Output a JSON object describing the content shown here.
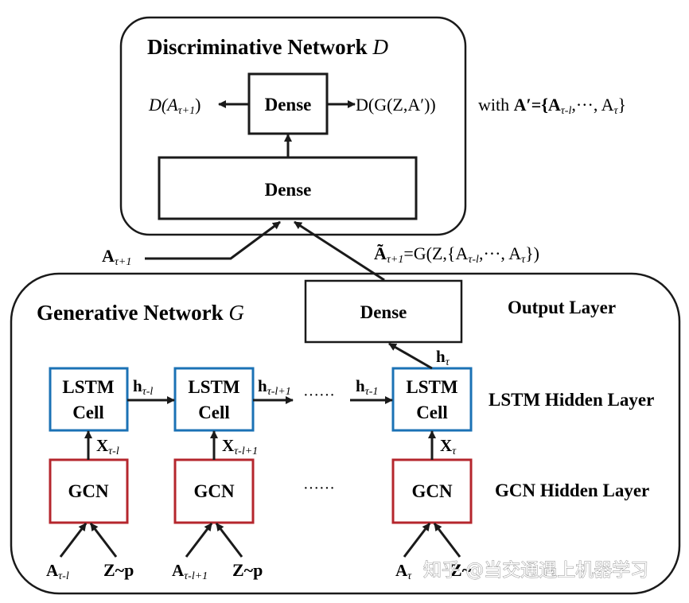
{
  "discriminative": {
    "title": "Discriminative Network",
    "title_symbol": "D",
    "dense_top": "Dense",
    "dense_wide": "Dense",
    "left_output": "D(A",
    "left_output_sub": "τ+1",
    "left_output_close": ")",
    "right_output": "D(G(Z,A′))",
    "with_note_prefix": "with",
    "with_note": "A′={A",
    "with_note_sub": "τ-l",
    "with_note_mid": ",···, A",
    "with_note_sub2": "τ",
    "with_note_close": "}"
  },
  "real_input": {
    "main": "A",
    "sub": "τ+1"
  },
  "generated": {
    "main": "Ã",
    "sub": "τ+1",
    "rest1": "=G(Z,{A",
    "sub2": "τ-l",
    "rest2": ",···, A",
    "sub3": "τ",
    "rest3": "})"
  },
  "generative": {
    "title": "Generative Network",
    "title_symbol": "G",
    "dense": "Dense",
    "output_layer": "Output Layer",
    "lstm_layer": "LSTM Hidden Layer",
    "gcn_layer": "GCN Hidden Layer",
    "lstm_cells": [
      {
        "line1": "LSTM",
        "line2": "Cell"
      },
      {
        "line1": "LSTM",
        "line2": "Cell"
      },
      {
        "line1": "LSTM",
        "line2": "Cell"
      }
    ],
    "gcn_blocks": [
      "GCN",
      "GCN",
      "GCN"
    ],
    "hidden_labels": [
      {
        "main": "h",
        "sub": "τ-l"
      },
      {
        "main": "h",
        "sub": "τ-l+1"
      },
      {
        "main": "h",
        "sub": "τ-1"
      },
      {
        "main": "h",
        "sub": "τ"
      }
    ],
    "x_labels": [
      {
        "main": "X",
        "sub": "τ-l"
      },
      {
        "main": "X",
        "sub": "τ-l+1"
      },
      {
        "main": "X",
        "sub": "τ"
      }
    ],
    "a_inputs": [
      {
        "main": "A",
        "sub": "τ-l"
      },
      {
        "main": "A",
        "sub": "τ-l+1"
      },
      {
        "main": "A",
        "sub": "τ"
      }
    ],
    "z_inputs": [
      "Z~p",
      "Z~p"
    ],
    "z_partial": "Z~",
    "ellipsis": "······"
  },
  "watermark": "知乎 @当交通遇上机器学习",
  "colors": {
    "lstm_border": "#1b72b5",
    "gcn_border": "#b5262d",
    "line": "#1a1a1a"
  }
}
